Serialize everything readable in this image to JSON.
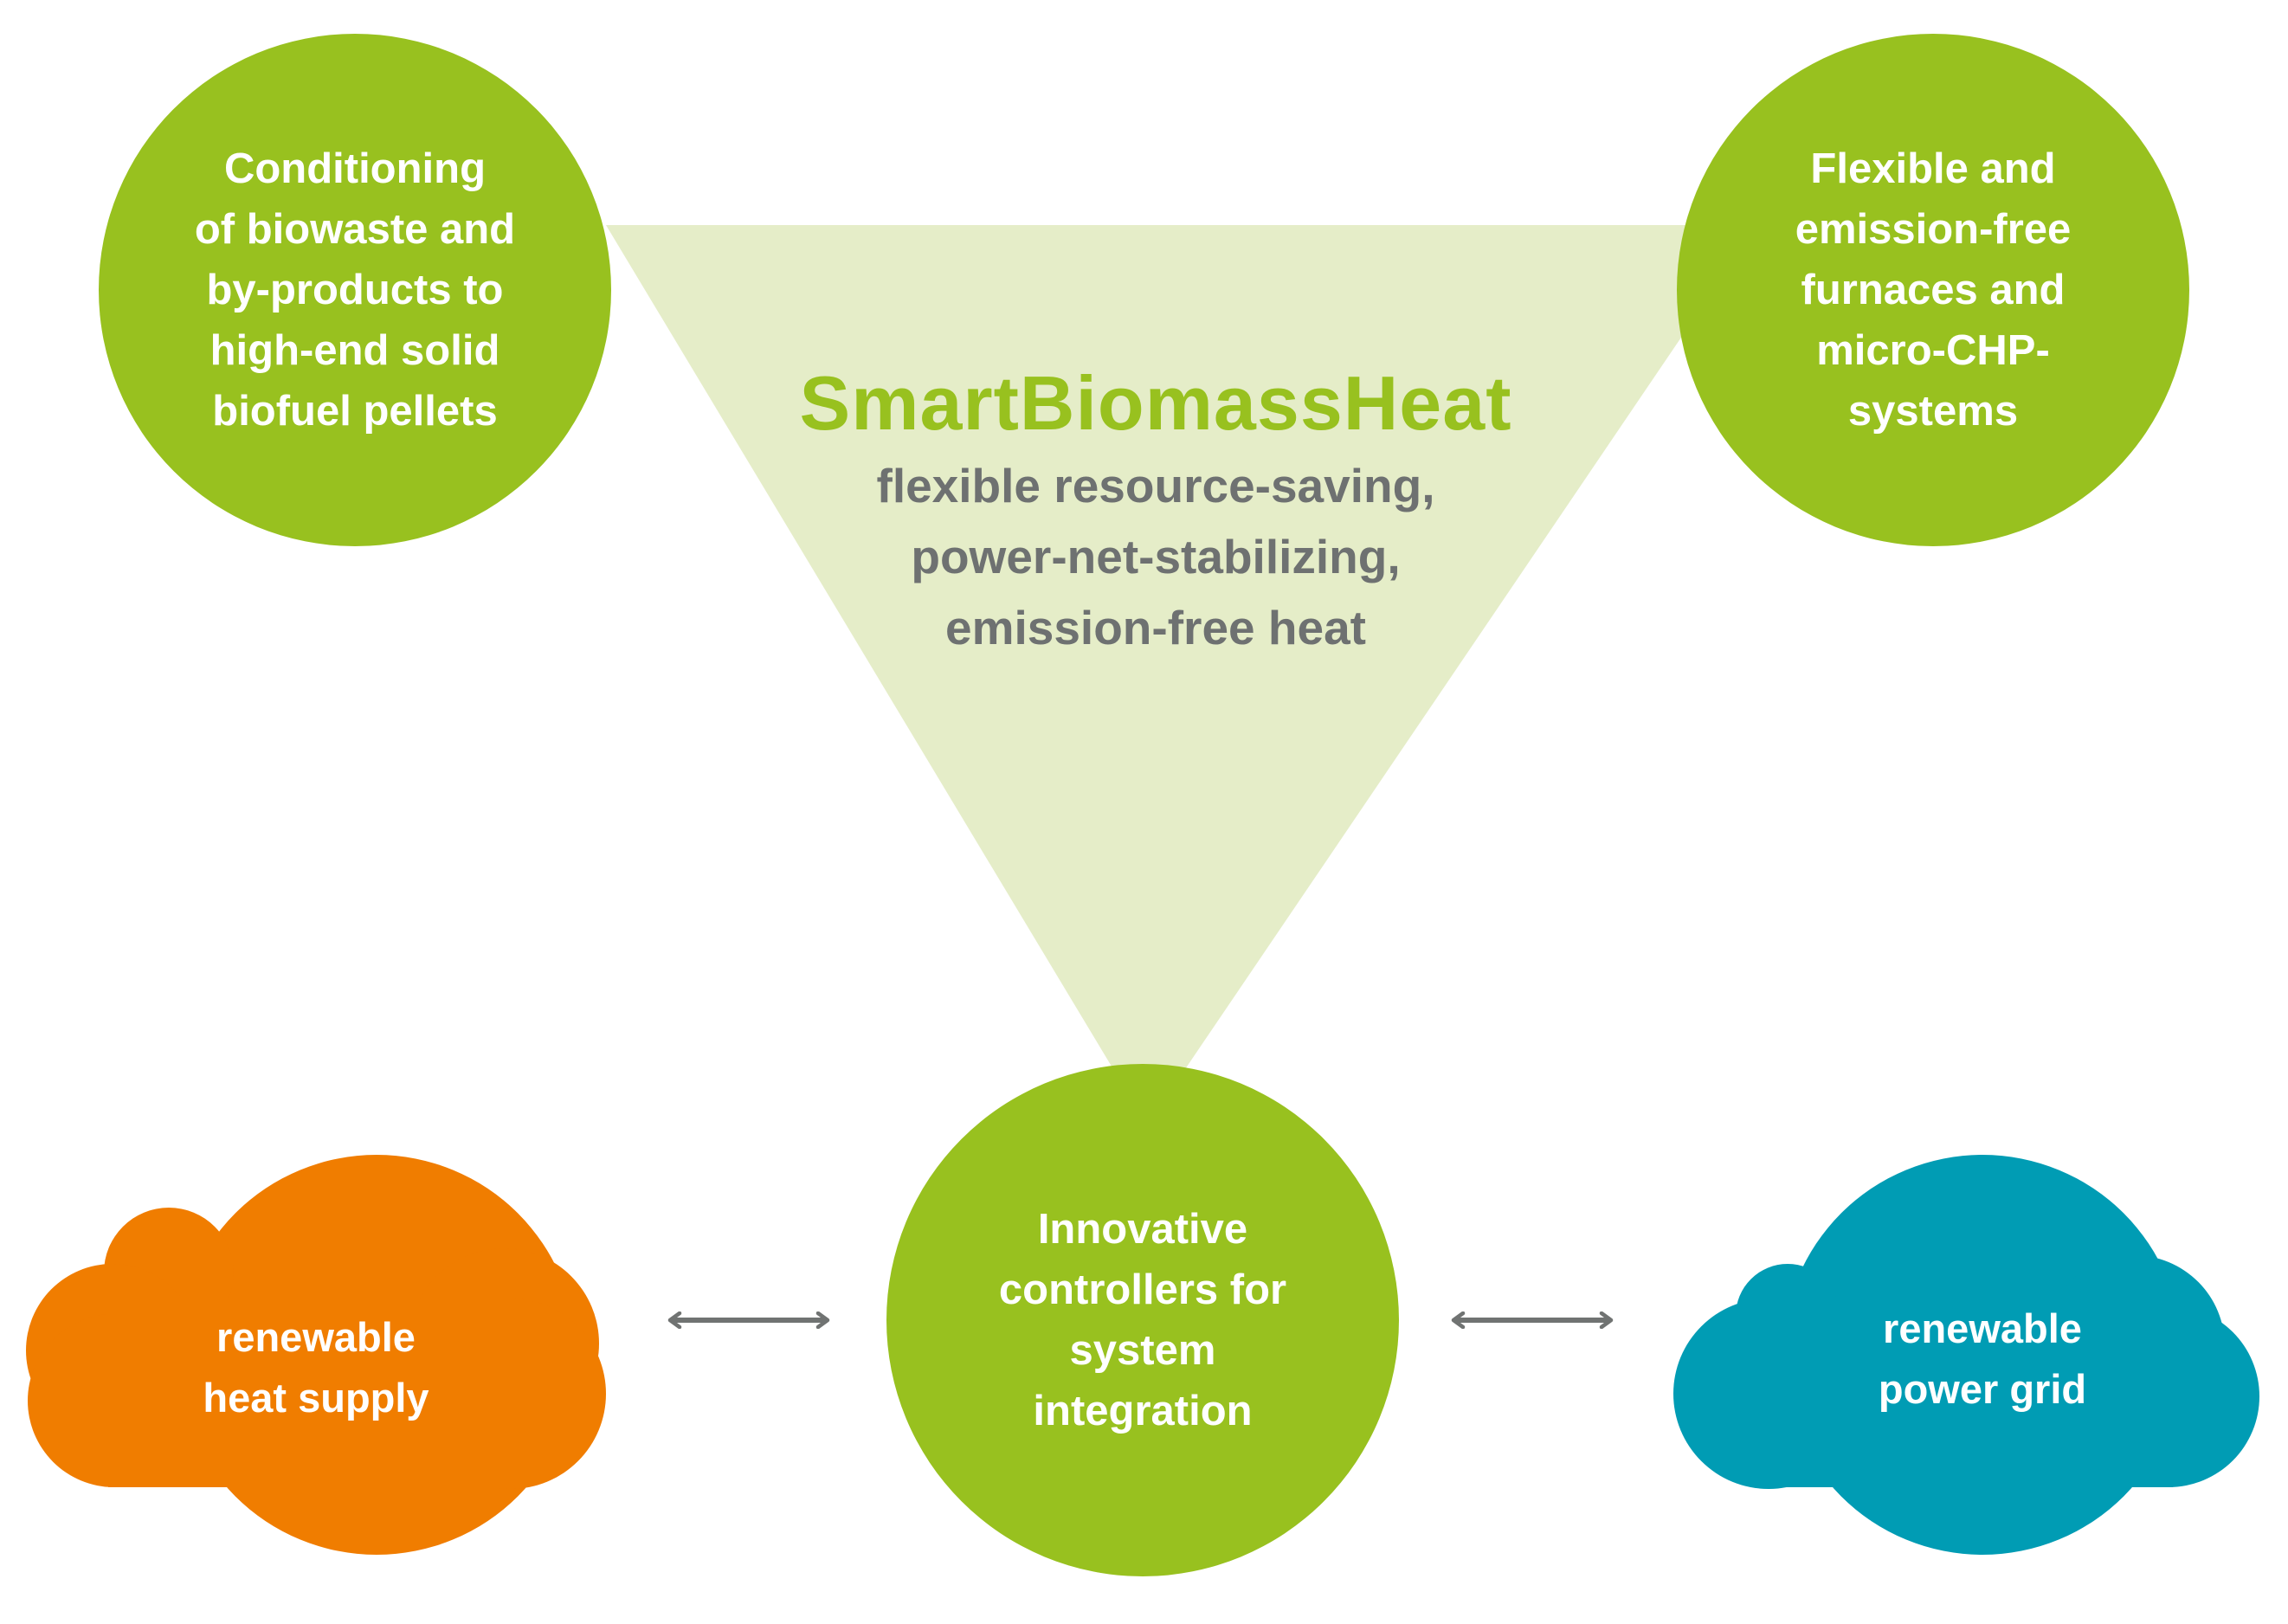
{
  "title": "SmartBiomassHeat",
  "subtitle": "flexible resource-saving,\npower-net-stabilizing,\nemission-free heat",
  "nodes": {
    "top_left": "Conditioning\nof biowaste and\nby-products to\nhigh-end solid\nbiofuel pellets",
    "top_right": "Flexible and\nemission-free\nfurnaces and\nmicro-CHP-\nsystems",
    "bottom_center": "Innovative\ncontrollers for\nsystem\nintegration",
    "heat_cloud": "renewable\nheat supply",
    "power_cloud": "renewable\npower grid"
  },
  "colors": {
    "circle_green": "#98c11f",
    "triangle_light_green": "#e5edc8",
    "title_green": "#98c11f",
    "subtitle_gray": "#6e7171",
    "heat_orange": "#f07d00",
    "power_teal": "#009cb4",
    "arrow_gray": "#707372"
  },
  "connectors": [
    {
      "from": "heat_cloud",
      "to": "bottom_center",
      "type": "double-arrow"
    },
    {
      "from": "bottom_center",
      "to": "power_cloud",
      "type": "double-arrow"
    }
  ]
}
